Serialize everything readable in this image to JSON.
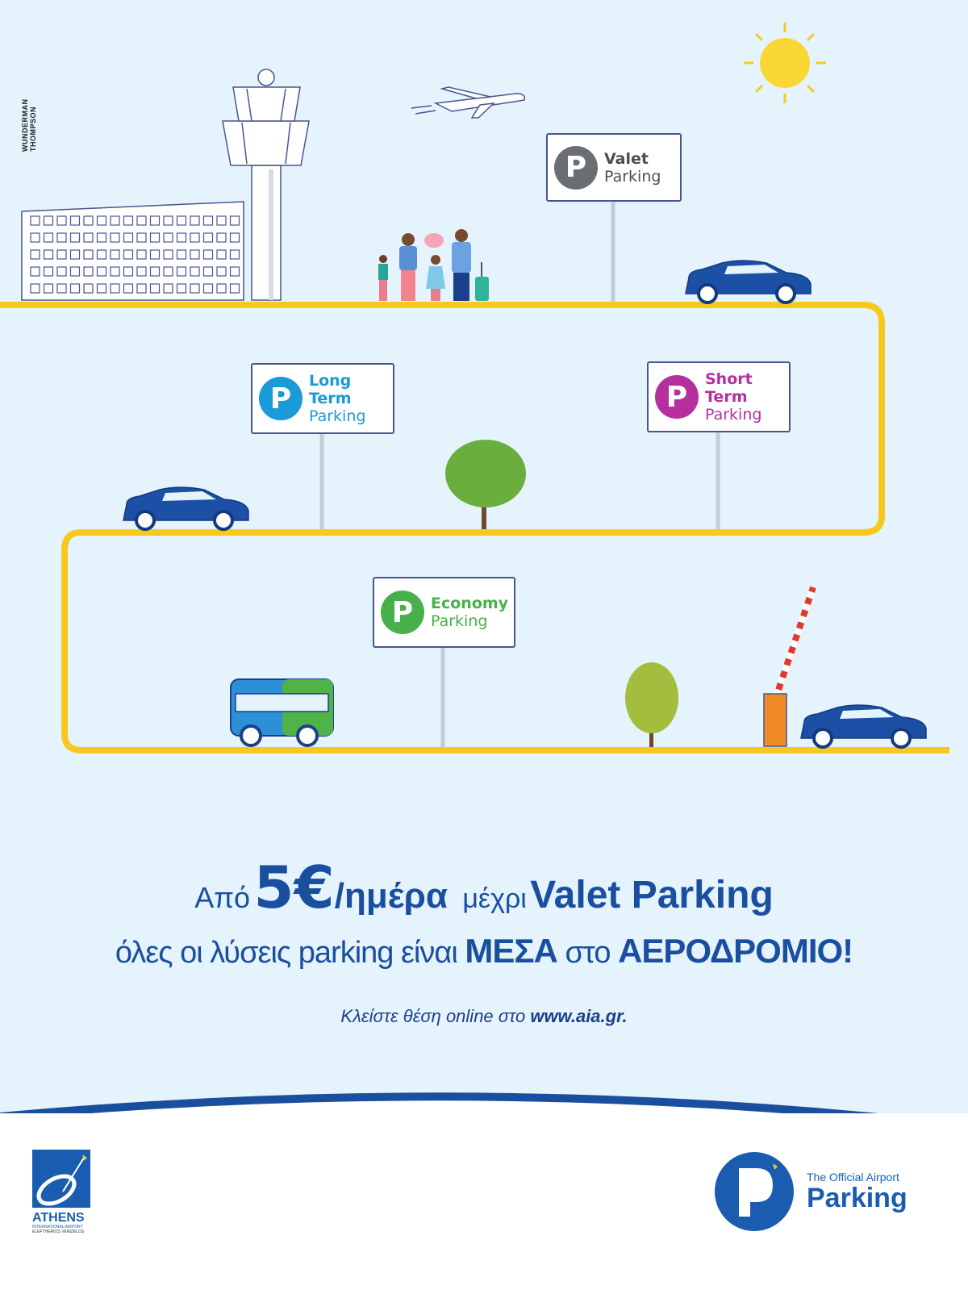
{
  "credit": {
    "line1": "WUNDERMAN",
    "line2": "THOMPSON"
  },
  "signs": {
    "valet": {
      "line1": "Valet",
      "line2": "Parking",
      "color": "#6b6e72"
    },
    "long_term": {
      "line1": "Long Term",
      "line2": "Parking",
      "color": "#1a9ad6"
    },
    "short_term": {
      "line1": "Short Term",
      "line2": "Parking",
      "color": "#b52f9e"
    },
    "economy": {
      "line1": "Economy",
      "line2": "Parking",
      "color": "#48b04a"
    }
  },
  "headline": {
    "from": "Από",
    "price": "5€",
    "per_day": "/ημέρα",
    "to": "μέχρι",
    "valet": "Valet Parking"
  },
  "subline": {
    "part1": "όλες οι λύσεις parking είναι",
    "inside": "ΜΕΣΑ",
    "at": "στο",
    "airport": "ΑΕΡΟΔΡΟΜΙΟ!"
  },
  "booking": {
    "text": "Κλείστε θέση online στο",
    "url": "www.aia.gr."
  },
  "logos": {
    "athens": {
      "name": "ATHENS",
      "sub1": "INTERNATIONAL AIRPORT",
      "sub2": "ELEFTHERIOS VENIZELOS"
    },
    "parking": {
      "line1": "The Official Airport",
      "line2": "Parking"
    }
  },
  "colors": {
    "brand": "#1a4fa0",
    "road": "#f7c91e",
    "background": "#e4f3fc"
  }
}
